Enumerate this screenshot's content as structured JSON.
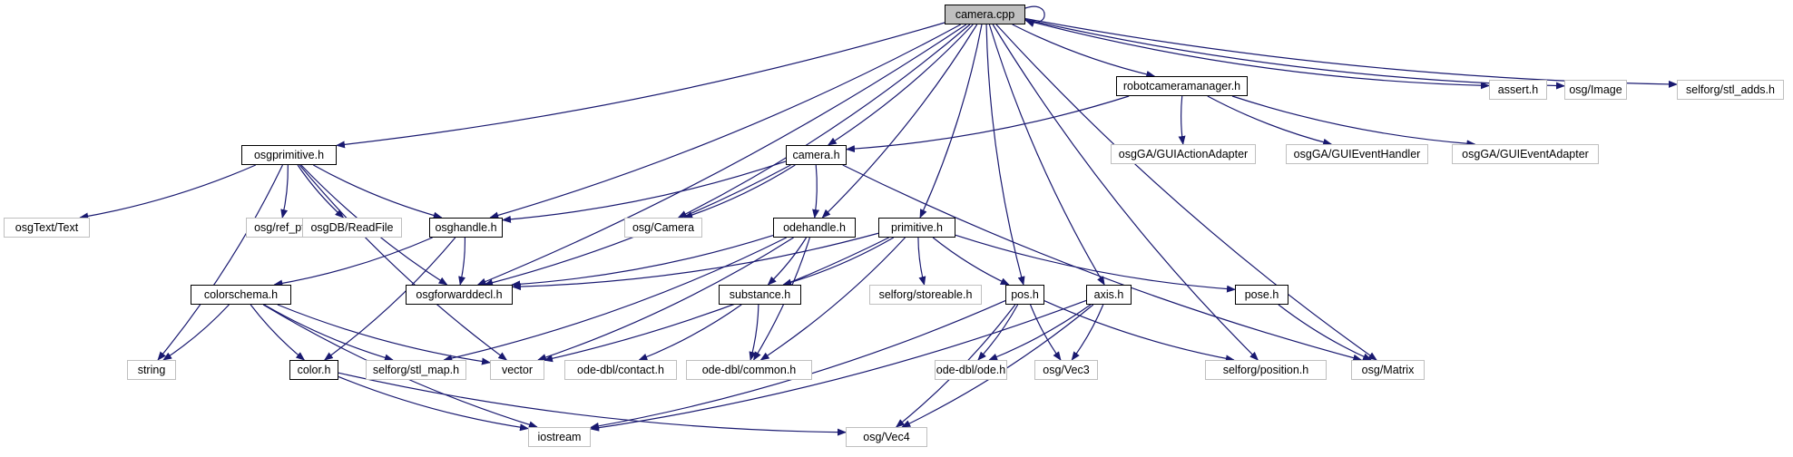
{
  "nodes": [
    {
      "id": "camera_cpp",
      "label": "camera.cpp",
      "kind": "root"
    },
    {
      "id": "robotcameramanager",
      "label": "robotcameramanager.h",
      "kind": "doc"
    },
    {
      "id": "assert",
      "label": "assert.h",
      "kind": "ext"
    },
    {
      "id": "osg_image",
      "label": "osg/Image",
      "kind": "ext"
    },
    {
      "id": "stl_adds",
      "label": "selforg/stl_adds.h",
      "kind": "ext"
    },
    {
      "id": "gui_action",
      "label": "osgGA/GUIActionAdapter",
      "kind": "ext"
    },
    {
      "id": "gui_event_handler",
      "label": "osgGA/GUIEventHandler",
      "kind": "ext"
    },
    {
      "id": "gui_event_adapter",
      "label": "osgGA/GUIEventAdapter",
      "kind": "ext"
    },
    {
      "id": "osgprimitive",
      "label": "osgprimitive.h",
      "kind": "doc"
    },
    {
      "id": "camera_h",
      "label": "camera.h",
      "kind": "doc"
    },
    {
      "id": "osgtext",
      "label": "osgText/Text",
      "kind": "ext"
    },
    {
      "id": "ref_ptr",
      "label": "osg/ref_ptr",
      "kind": "ext"
    },
    {
      "id": "readfile",
      "label": "osgDB/ReadFile",
      "kind": "ext"
    },
    {
      "id": "osghandle",
      "label": "osghandle.h",
      "kind": "doc"
    },
    {
      "id": "osg_camera",
      "label": "osg/Camera",
      "kind": "ext"
    },
    {
      "id": "odehandle",
      "label": "odehandle.h",
      "kind": "doc"
    },
    {
      "id": "primitive",
      "label": "primitive.h",
      "kind": "doc"
    },
    {
      "id": "osgforwarddecl",
      "label": "osgforwarddecl.h",
      "kind": "doc"
    },
    {
      "id": "storeable",
      "label": "selforg/storeable.h",
      "kind": "ext"
    },
    {
      "id": "pos",
      "label": "pos.h",
      "kind": "doc"
    },
    {
      "id": "axis",
      "label": "axis.h",
      "kind": "doc"
    },
    {
      "id": "pose",
      "label": "pose.h",
      "kind": "doc"
    },
    {
      "id": "colorschema",
      "label": "colorschema.h",
      "kind": "doc"
    },
    {
      "id": "substance",
      "label": "substance.h",
      "kind": "doc"
    },
    {
      "id": "string",
      "label": "string",
      "kind": "ext"
    },
    {
      "id": "color",
      "label": "color.h",
      "kind": "doc"
    },
    {
      "id": "stl_map",
      "label": "selforg/stl_map.h",
      "kind": "ext"
    },
    {
      "id": "vector",
      "label": "vector",
      "kind": "ext"
    },
    {
      "id": "contact",
      "label": "ode-dbl/contact.h",
      "kind": "ext"
    },
    {
      "id": "common",
      "label": "ode-dbl/common.h",
      "kind": "ext"
    },
    {
      "id": "ode",
      "label": "ode-dbl/ode.h",
      "kind": "ext"
    },
    {
      "id": "vec3",
      "label": "osg/Vec3",
      "kind": "ext"
    },
    {
      "id": "position",
      "label": "selforg/position.h",
      "kind": "ext"
    },
    {
      "id": "matrix",
      "label": "osg/Matrix",
      "kind": "ext"
    },
    {
      "id": "iostream",
      "label": "iostream",
      "kind": "ext"
    },
    {
      "id": "vec4",
      "label": "osg/Vec4",
      "kind": "ext"
    }
  ],
  "edges": [
    [
      "camera_cpp",
      "camera_cpp"
    ],
    [
      "camera_cpp",
      "robotcameramanager"
    ],
    [
      "camera_cpp",
      "assert"
    ],
    [
      "camera_cpp",
      "osg_image"
    ],
    [
      "camera_cpp",
      "stl_adds"
    ],
    [
      "camera_cpp",
      "osgprimitive"
    ],
    [
      "camera_cpp",
      "camera_h"
    ],
    [
      "camera_cpp",
      "osghandle"
    ],
    [
      "camera_cpp",
      "osg_camera"
    ],
    [
      "camera_cpp",
      "odehandle"
    ],
    [
      "camera_cpp",
      "primitive"
    ],
    [
      "camera_cpp",
      "osgforwarddecl"
    ],
    [
      "camera_cpp",
      "pos"
    ],
    [
      "camera_cpp",
      "axis"
    ],
    [
      "camera_cpp",
      "position"
    ],
    [
      "camera_cpp",
      "matrix"
    ],
    [
      "robotcameramanager",
      "camera_h"
    ],
    [
      "robotcameramanager",
      "gui_action"
    ],
    [
      "robotcameramanager",
      "gui_event_handler"
    ],
    [
      "robotcameramanager",
      "gui_event_adapter"
    ],
    [
      "osgprimitive",
      "osgtext"
    ],
    [
      "osgprimitive",
      "ref_ptr"
    ],
    [
      "osgprimitive",
      "readfile"
    ],
    [
      "osgprimitive",
      "osghandle"
    ],
    [
      "osgprimitive",
      "osgforwarddecl"
    ],
    [
      "osgprimitive",
      "string"
    ],
    [
      "osgprimitive",
      "vector"
    ],
    [
      "camera_h",
      "osghandle"
    ],
    [
      "camera_h",
      "osg_camera"
    ],
    [
      "camera_h",
      "odehandle"
    ],
    [
      "camera_h",
      "osgforwarddecl"
    ],
    [
      "camera_h",
      "matrix"
    ],
    [
      "osghandle",
      "osgforwarddecl"
    ],
    [
      "osghandle",
      "colorschema"
    ],
    [
      "osghandle",
      "color"
    ],
    [
      "odehandle",
      "osgforwarddecl"
    ],
    [
      "odehandle",
      "substance"
    ],
    [
      "odehandle",
      "vector"
    ],
    [
      "odehandle",
      "stl_map"
    ],
    [
      "odehandle",
      "common"
    ],
    [
      "primitive",
      "osgforwarddecl"
    ],
    [
      "primitive",
      "storeable"
    ],
    [
      "primitive",
      "pos"
    ],
    [
      "primitive",
      "pose"
    ],
    [
      "primitive",
      "substance"
    ],
    [
      "primitive",
      "vector"
    ],
    [
      "primitive",
      "common"
    ],
    [
      "colorschema",
      "string"
    ],
    [
      "colorschema",
      "color"
    ],
    [
      "colorschema",
      "stl_map"
    ],
    [
      "colorschema",
      "vector"
    ],
    [
      "colorschema",
      "iostream"
    ],
    [
      "color",
      "iostream"
    ],
    [
      "color",
      "vec4"
    ],
    [
      "substance",
      "contact"
    ],
    [
      "substance",
      "common"
    ],
    [
      "pos",
      "ode"
    ],
    [
      "pos",
      "vec3"
    ],
    [
      "pos",
      "position"
    ],
    [
      "pos",
      "iostream"
    ],
    [
      "pos",
      "vec4"
    ],
    [
      "axis",
      "ode"
    ],
    [
      "axis",
      "vec3"
    ],
    [
      "axis",
      "iostream"
    ],
    [
      "axis",
      "vec4"
    ],
    [
      "pose",
      "matrix"
    ]
  ],
  "colors": {
    "edge": "#191970",
    "node_border": "#000000",
    "external_border": "#bfbfbf",
    "root_fill": "#bfbfbf"
  }
}
